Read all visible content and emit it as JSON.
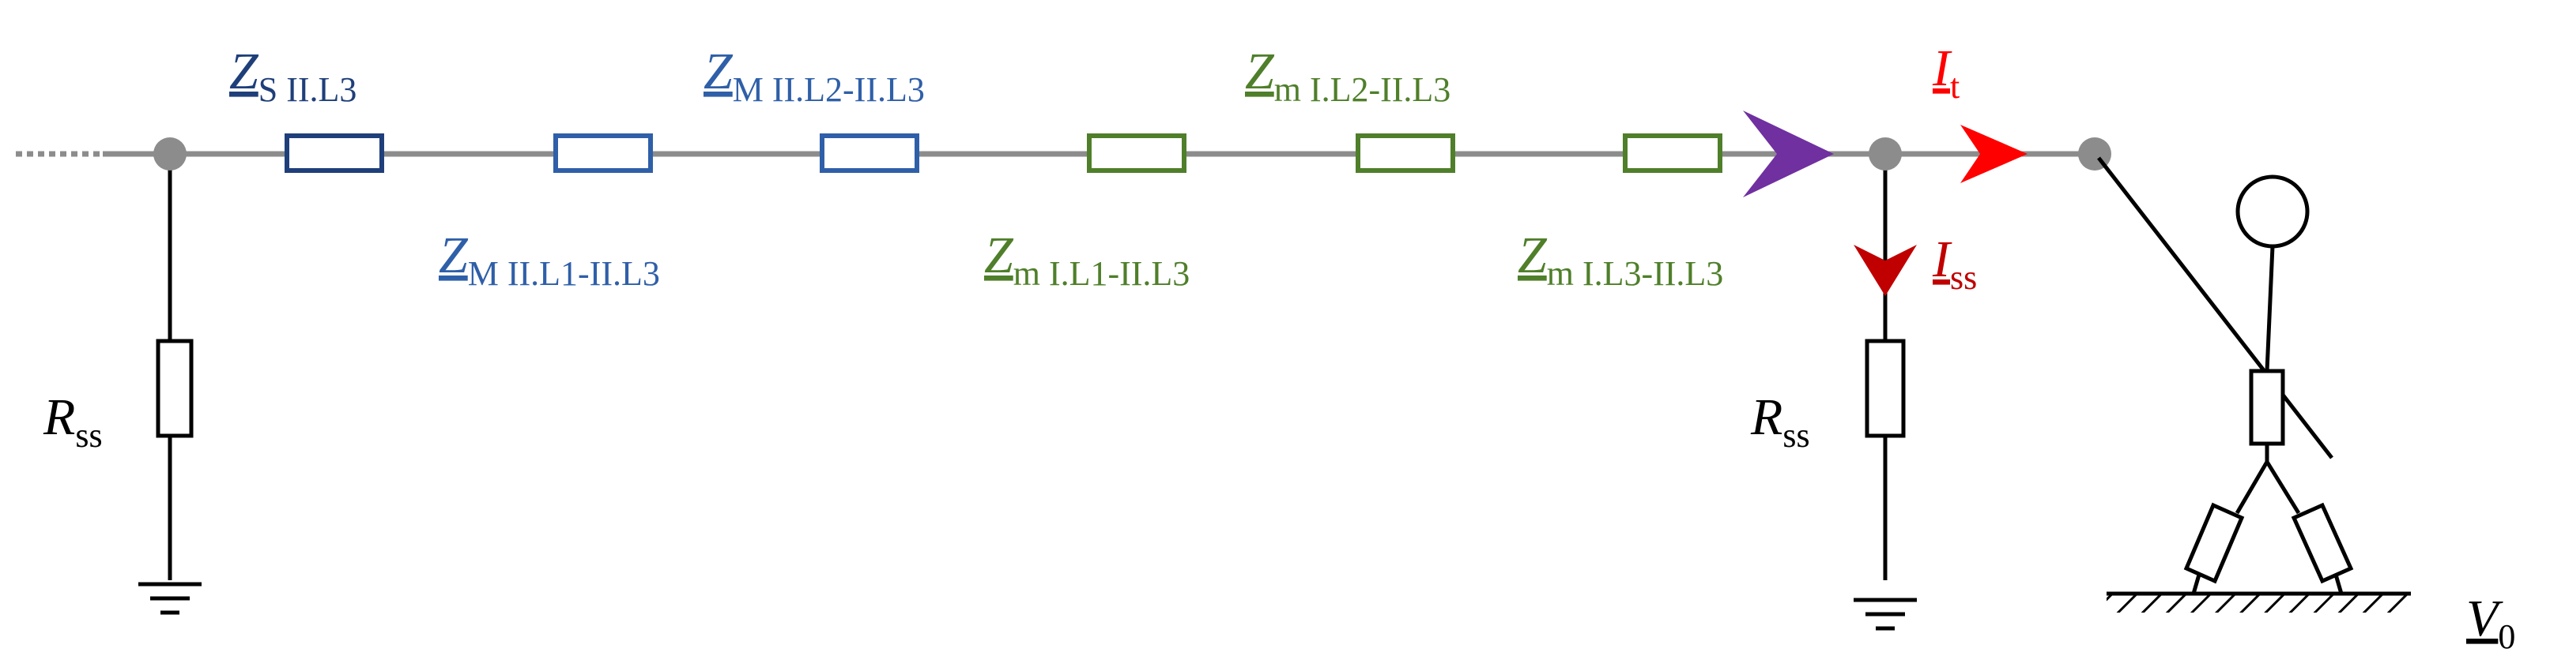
{
  "colors": {
    "wire": "#8c8c8c",
    "node": "#8c8c8c",
    "black": "#000000",
    "navy": "#1f3f7a",
    "blue": "#2f5fa8",
    "green": "#4f7f2a",
    "purple": "#7030a0",
    "red": "#ff0000",
    "darkred": "#c00000"
  },
  "labels": {
    "z_s_main": "Z",
    "z_s_sub": "S II.L3",
    "z_m_l2_main": "Z",
    "z_m_l2_sub": "M II.L2-II.L3",
    "z_m_l1_main": "Z",
    "z_m_l1_sub": "M II.L1-II.L3",
    "z_mi_l2_main": "Z",
    "z_mi_l2_sub": "m I.L2-II.L3",
    "z_mi_l1_main": "Z",
    "z_mi_l1_sub": "m I.L1-II.L3",
    "z_mi_l3_main": "Z",
    "z_mi_l3_sub": "m I.L3-II.L3",
    "r_ss_left_main": "R",
    "r_ss_left_sub": "ss",
    "r_ss_right_main": "R",
    "r_ss_right_sub": "ss",
    "i_t_main": "I",
    "i_t_sub": "t",
    "i_ss_main": "I",
    "i_ss_sub": "ss",
    "v0_main": "V",
    "v0_sub": "0"
  }
}
